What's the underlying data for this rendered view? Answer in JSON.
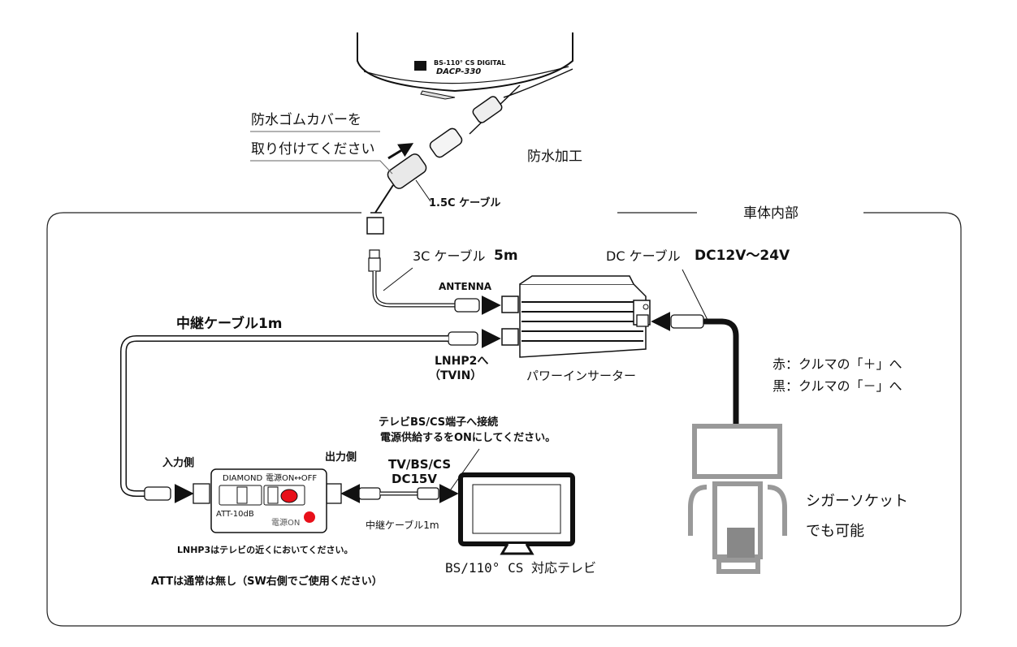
{
  "antenna": {
    "label_line1": "BS-110° CS DIGITAL",
    "label_line2": "DACP-330"
  },
  "notes": {
    "cover_line1": "防水ゴムカバーを",
    "cover_line2": "取り付けてください",
    "waterproof": "防水加工",
    "cable_15c": "1.5C ケーブル",
    "vehicle_interior": "車体内部",
    "cable_3c": "3C ケーブル",
    "cable_3c_len": "5m",
    "dc_cable": "DC ケーブル",
    "dc_voltage": "DC12V～24V",
    "antenna_port": "ANTENNA",
    "relay_cable": "中継ケーブル1m",
    "lnhp2_line1": "LNHP2へ",
    "lnhp2_line2": "（TVIN）",
    "power_inserter": "パワーインサーター",
    "red_wire": "赤：クルマの「＋」へ",
    "black_wire": "黒：クルマの「－」へ",
    "tv_connect_line1": "テレビBS/CS端子へ接続",
    "tv_connect_line2": "電源供給するをONにしてください。",
    "input_side": "入力側",
    "output_side": "出力側",
    "tv_out_line1": "TV/BS/CS",
    "tv_out_line2": "DC15V",
    "relay_cable_small": "中継ケーブル1m",
    "lnhp3_note": "LNHP3はテレビの近くにおいてください。",
    "att_note": "ATTは通常は無し（SW右側でご使用ください）",
    "tv_label": "BS/110° CS 対応テレビ",
    "cigar_line1": "シガーソケット",
    "cigar_line2": "でも可能"
  },
  "lnhp3": {
    "brand": "DIAMOND",
    "switch_label": "電源ON↔OFF",
    "att_label": "ATT-10dB",
    "power_label": "電源ON"
  },
  "colors": {
    "power_led": "#e8101a",
    "line": "#111111"
  }
}
